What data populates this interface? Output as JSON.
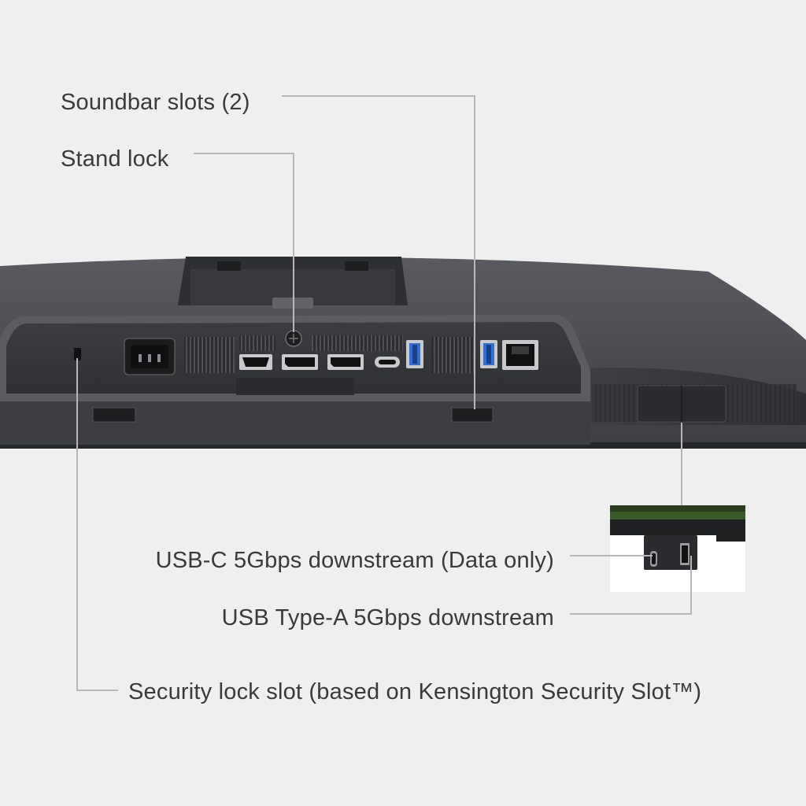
{
  "callouts": {
    "soundbar_slots": "Soundbar slots (2)",
    "stand_lock": "Stand lock",
    "usbc_downstream": "USB-C 5Gbps downstream (Data only)",
    "usba_downstream": "USB Type-A 5Gbps downstream",
    "security_slot": "Security lock slot (based on Kensington Security Slot™)"
  },
  "colors": {
    "background": "#efefef",
    "monitor_body": "#4a4b50",
    "panel": "#3b3c40",
    "usb3_blue": "#2f6fd6",
    "leader_line": "#b7b7b7",
    "text": "#3a3a3a"
  }
}
